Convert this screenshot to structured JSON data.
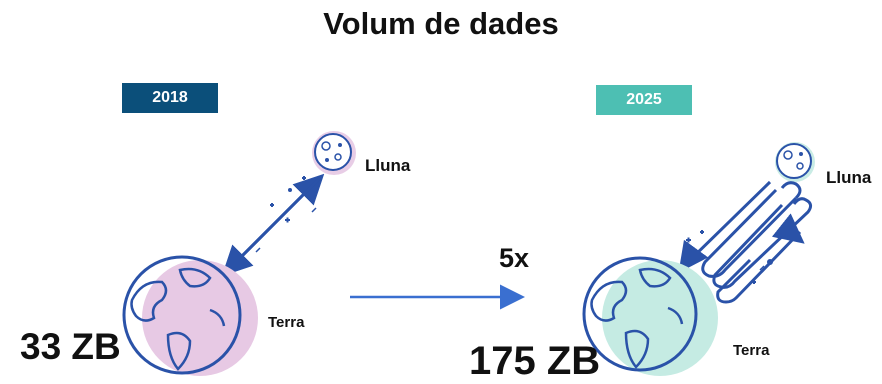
{
  "title": "Volum de dades",
  "left_panel": {
    "year": "2018",
    "moon_label": "Lluna",
    "earth_label": "Terra",
    "volume": "33 ZB"
  },
  "right_panel": {
    "year": "2025",
    "moon_label": "Lluna",
    "earth_label": "Terra",
    "volume": "175 ZB"
  },
  "growth_factor": "5x",
  "colors": {
    "dark_blue": "#0b4f7a",
    "teal": "#4dbfb3",
    "line_blue": "#2a52a8",
    "arrow_blue": "#3a6fd0",
    "pink_halo": "#e7c9e4",
    "mint_halo": "#c5ebe3"
  },
  "icons": {
    "moon": "moon-icon",
    "earth": "earth-globe-icon",
    "arrow": "right-arrow-icon"
  }
}
